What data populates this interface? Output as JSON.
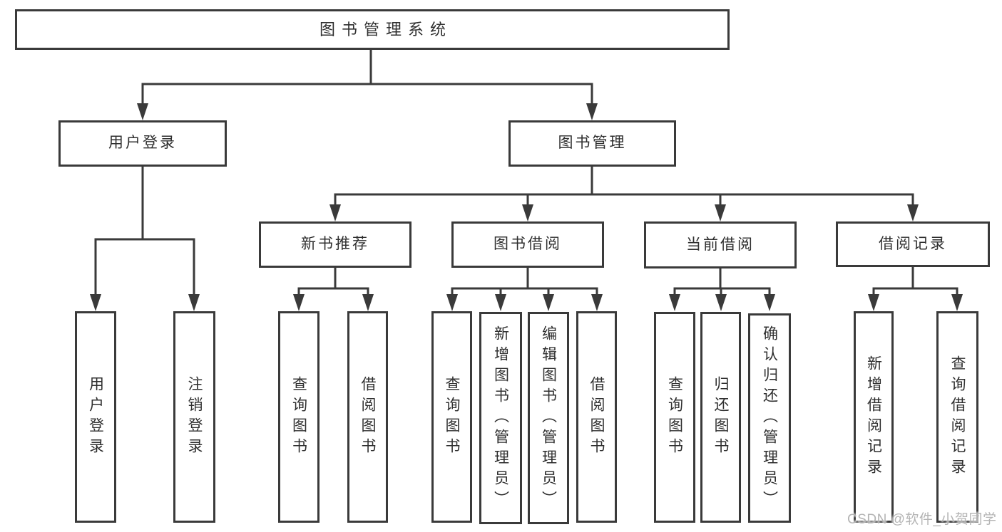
{
  "diagram": {
    "root": {
      "label": "图书管理系统",
      "children": [
        {
          "label": "用户登录",
          "children": [
            {
              "label": "用户登录"
            },
            {
              "label": "注销登录"
            }
          ]
        },
        {
          "label": "图书管理",
          "children": [
            {
              "label": "新书推荐",
              "children": [
                {
                  "label": "查询图书"
                },
                {
                  "label": "借阅图书"
                }
              ]
            },
            {
              "label": "图书借阅",
              "children": [
                {
                  "label": "查询图书"
                },
                {
                  "label": "新增图书（管理员）"
                },
                {
                  "label": "编辑图书（管理员）"
                },
                {
                  "label": "借阅图书"
                }
              ]
            },
            {
              "label": "当前借阅",
              "children": [
                {
                  "label": "查询图书"
                },
                {
                  "label": "归还图书"
                },
                {
                  "label": "确认归还（管理员）"
                }
              ]
            },
            {
              "label": "借阅记录",
              "children": [
                {
                  "label": "新增借阅记录"
                },
                {
                  "label": "查询借阅记录"
                }
              ]
            }
          ]
        }
      ]
    }
  },
  "watermark": {
    "text": "CSDN @软件_小贺同学"
  },
  "colors": {
    "line": "#3a3a3a",
    "text": "#2f2f2f",
    "background": "#ffffff",
    "watermark": "#b0b0b0"
  }
}
